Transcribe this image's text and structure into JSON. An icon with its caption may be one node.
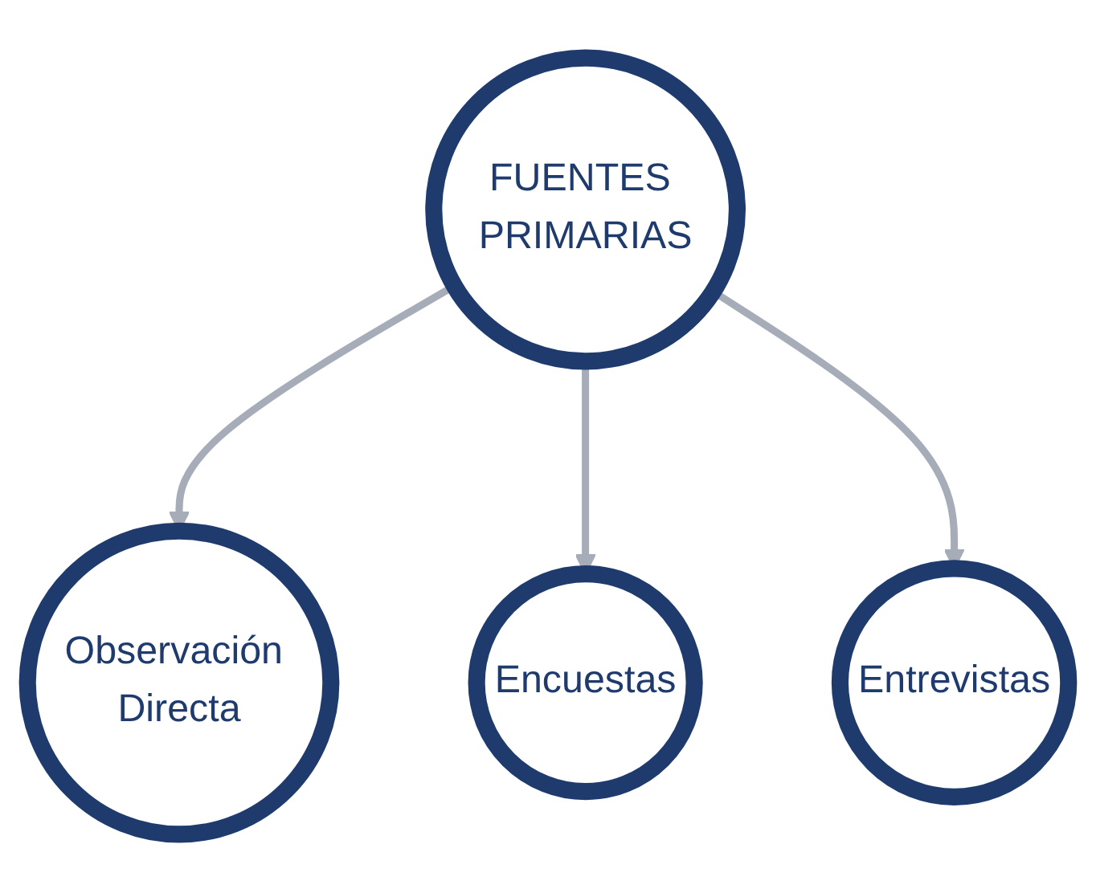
{
  "diagram": {
    "nodes": [
      {
        "text": [
          "Observación Directa"
        ]
      },
      {
        "text": [
          "FUENTES PRIMARIAS"
        ]
      },
      {
        "text": [
          "Encuestas"
        ]
      },
      {
        "text": [
          "Entrevistas"
        ]
      }
    ],
    "edges": [
      {
        "from": 1,
        "to": 0,
        "arrow": "to"
      },
      {
        "from": 1,
        "to": 2,
        "arrow": "to"
      },
      {
        "from": 1,
        "to": 3,
        "arrow": "to"
      }
    ]
  }
}
